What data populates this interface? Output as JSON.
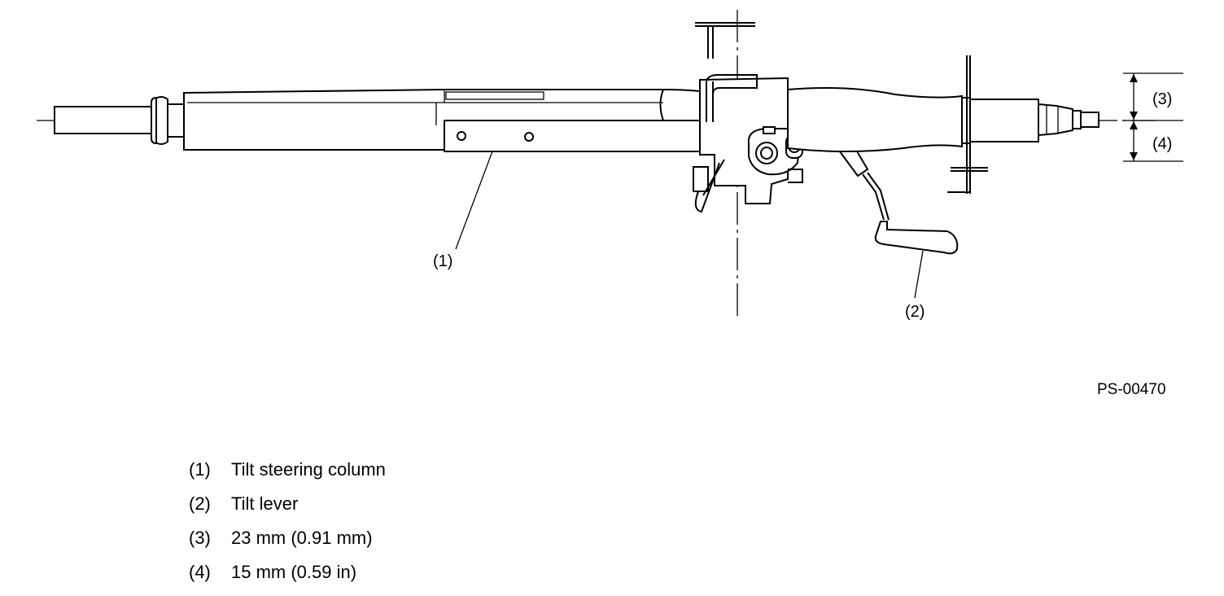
{
  "callouts": {
    "c1": "(1)",
    "c2": "(2)",
    "c3": "(3)",
    "c4": "(4)"
  },
  "figure_code": "PS-00470",
  "legend": [
    {
      "num": "(1)",
      "text": "Tilt steering column"
    },
    {
      "num": "(2)",
      "text": "Tilt lever"
    },
    {
      "num": "(3)",
      "text": "23 mm (0.91 mm)"
    },
    {
      "num": "(4)",
      "text": "15 mm (0.59 in)"
    }
  ]
}
